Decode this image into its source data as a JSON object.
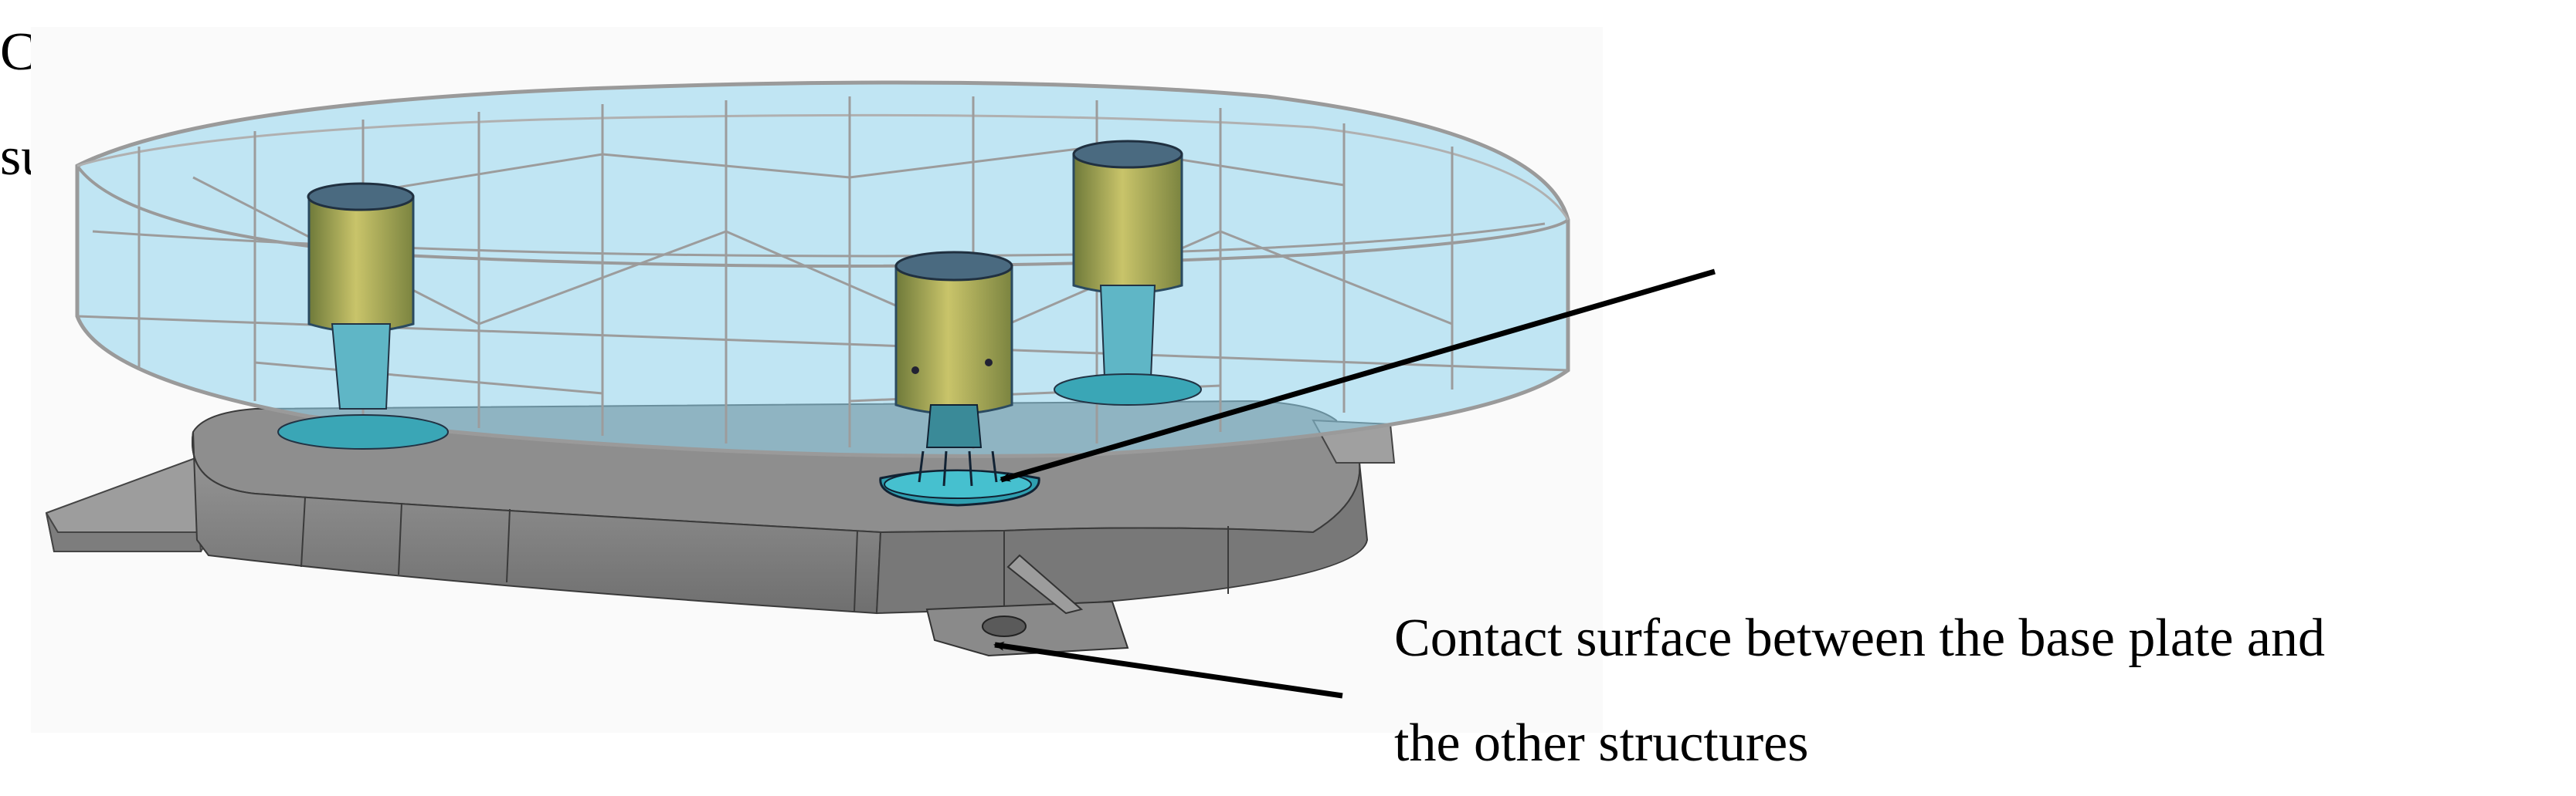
{
  "annotations": {
    "label_support_base": {
      "line1": "Contact surface between the",
      "line2": "support base and the base plate"
    },
    "label_base_plate": {
      "line1": "Contact surface between the base plate and",
      "line2": "the other structures"
    }
  },
  "colors": {
    "render_background": "#fafafa",
    "base_plate_gray": "#8c8c8c",
    "transparent_shell_blue": "#8fd3ec",
    "shell_edge_gray": "#9a9a9a",
    "cylinder_olive": "#b8b35a",
    "pedestal_teal": "#2f9fb0",
    "arrow_color": "#000000"
  }
}
